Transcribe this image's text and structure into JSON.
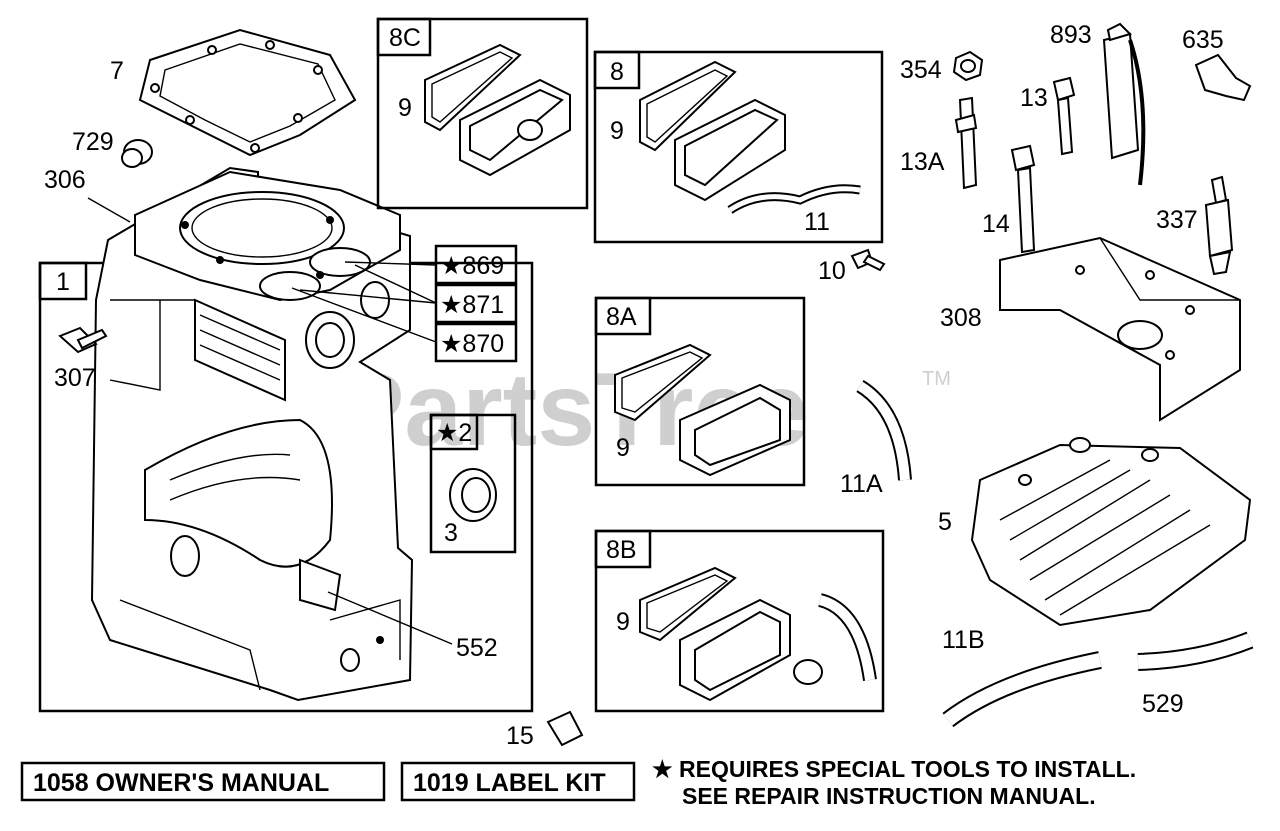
{
  "watermark": {
    "text": "PartsTree",
    "trademark": "TM"
  },
  "kits": {
    "k1": {
      "label": "1"
    },
    "k8c": {
      "label": "8C"
    },
    "k8": {
      "label": "8"
    },
    "k8a": {
      "label": "8A"
    },
    "k8b": {
      "label": "8B"
    },
    "k2": {
      "label": "★2"
    }
  },
  "star_parts": {
    "p869": "★869",
    "p871": "★871",
    "p870": "★870"
  },
  "parts": {
    "p7": "7",
    "p729": "729",
    "p306": "306",
    "p307": "307",
    "p552": "552",
    "p3": "3",
    "p9_8c": "9",
    "p9_8": "9",
    "p11": "11",
    "p10": "10",
    "p9_8a": "9",
    "p11a": "11A",
    "p9_8b": "9",
    "p15": "15",
    "p354": "354",
    "p893": "893",
    "p635": "635",
    "p13": "13",
    "p13a": "13A",
    "p14": "14",
    "p337": "337",
    "p308": "308",
    "p5": "5",
    "p11b": "11B",
    "p529": "529"
  },
  "footer": {
    "owners_manual": "1058 OWNER'S MANUAL",
    "label_kit": "1019 LABEL KIT",
    "note_line1": "★ REQUIRES SPECIAL TOOLS TO INSTALL.",
    "note_line2": "SEE REPAIR INSTRUCTION MANUAL."
  }
}
